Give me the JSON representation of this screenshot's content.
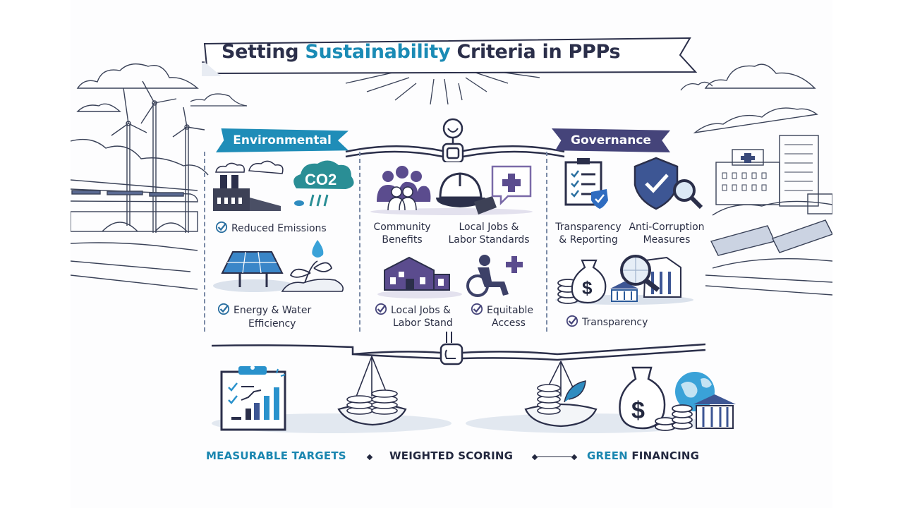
{
  "title": {
    "prefix": "Setting ",
    "accent": "Sustainability",
    "suffix": " Criteria in PPPs"
  },
  "colors": {
    "environmental_banner": "#1f8db8",
    "governance_banner": "#45447a",
    "social_purple": "#5b4c8e",
    "navy": "#23283f",
    "teal_accent": "#1a86b0"
  },
  "sections": {
    "environmental": {
      "heading": "Environmental",
      "items": [
        {
          "label": "Reduced Emissions",
          "icons": [
            "factory-icon",
            "co2-cloud-icon"
          ],
          "checked": true
        },
        {
          "label_line1": "Energy & Water",
          "label_line2": "Efficiency",
          "icons": [
            "solar-panel-icon",
            "plant-water-drop-icon"
          ],
          "checked": true
        }
      ],
      "co2_text": "CO2"
    },
    "social": {
      "items": [
        {
          "label_line1": "Community",
          "label_line2": "Benefits",
          "icon": "community-people-icon",
          "checked": false
        },
        {
          "label_line1": "Local Jobs &",
          "label_line2": "Labor Standards",
          "icon": "hard-hat-icon",
          "checked": false
        },
        {
          "label_line1": "Local Jobs &",
          "label_line2": "Labor Stand",
          "icon": "building-icon",
          "checked": true
        },
        {
          "label_line1": "Equitable",
          "label_line2": "Access",
          "icon": "wheelchair-access-icon",
          "checked": true
        }
      ]
    },
    "governance": {
      "heading": "Governance",
      "items": [
        {
          "label_line1": "Transparency",
          "label_line2": "& Reporting",
          "icon": "clipboard-check-icon",
          "checked": false
        },
        {
          "label_line1": "Anti-Corruption",
          "label_line2": "Measures",
          "icon": "shield-magnifier-icon",
          "checked": false
        },
        {
          "label": "Transparency",
          "icon": "money-bank-magnifier-icon",
          "checked": true
        }
      ]
    }
  },
  "footer": {
    "measurable_targets": "MEASURABLE TARGETS",
    "weighted_scoring": "WEIGHTED SCORING",
    "green": "GREEN",
    "financing": " FINANCING"
  },
  "dollar_sign": "$"
}
